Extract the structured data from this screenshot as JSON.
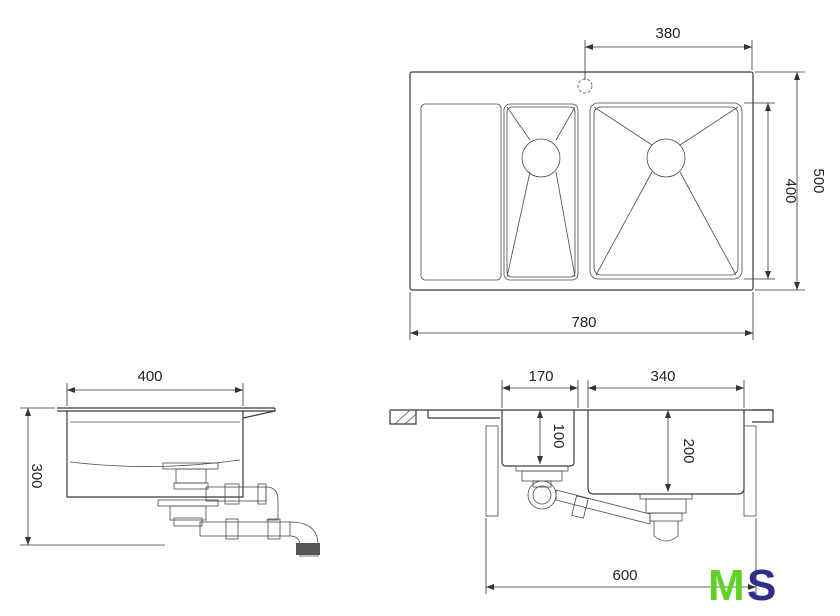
{
  "top_view": {
    "dim_tap_offset": "380",
    "dim_total_width": "780",
    "dim_total_depth": "500",
    "dim_bowl_depth": "400"
  },
  "side_view": {
    "dim_bowl_width": "400",
    "dim_height": "300"
  },
  "front_section": {
    "dim_small_bowl_width": "170",
    "dim_large_bowl_width": "340",
    "dim_small_bowl_depth": "100",
    "dim_large_bowl_depth": "200",
    "dim_cabinet_width": "600"
  },
  "logo": {
    "letter_m": "M",
    "letter_s": "S",
    "colors": {
      "m": "#5dd41f",
      "s": "#2f2f8a"
    }
  }
}
